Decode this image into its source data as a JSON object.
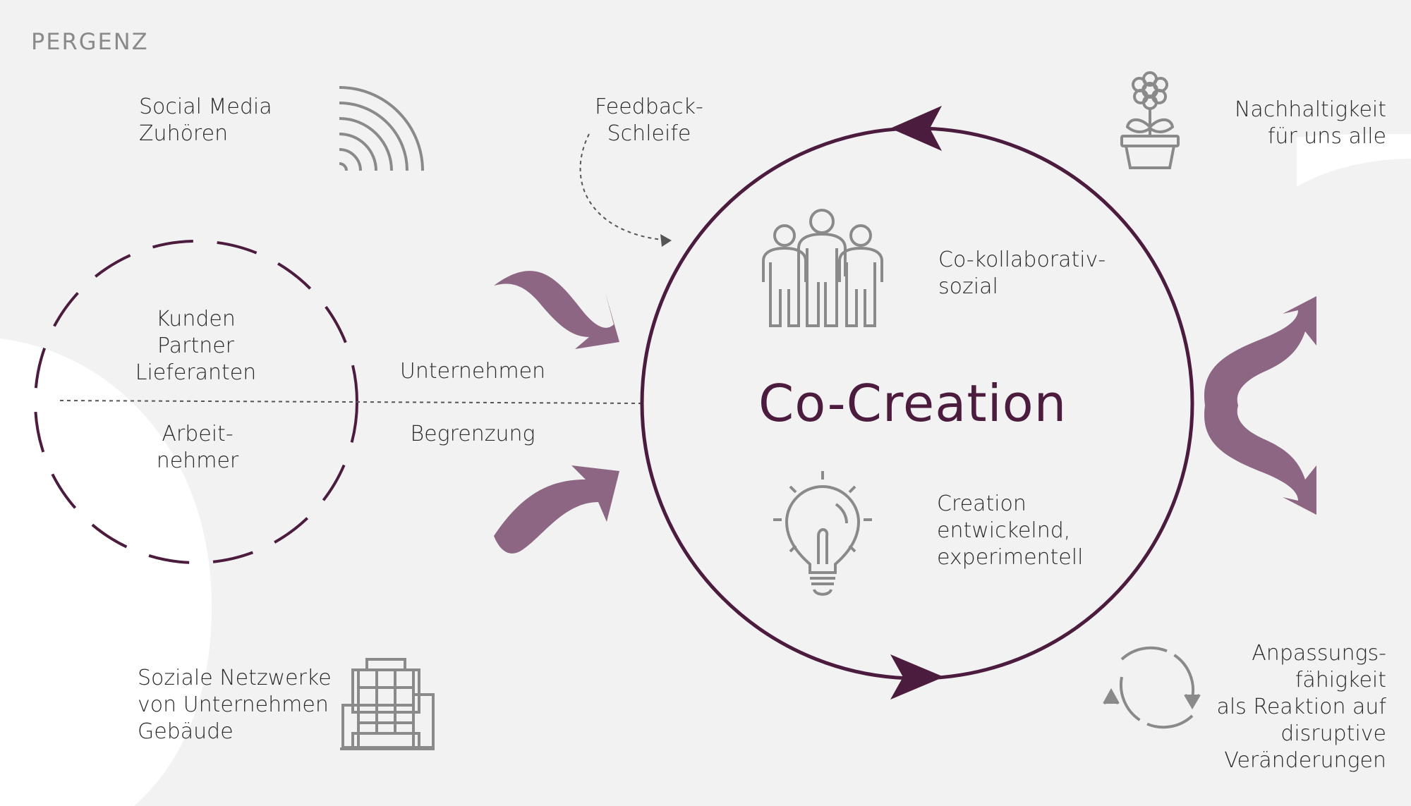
{
  "logo": "PERGENZ",
  "title": "Co-Creation",
  "labels": {
    "social_media": "Social Media\nZuhören",
    "feedback": "Feedback-\nSchleife",
    "sustainability": "Nachhaltigkeit\nfür uns alle",
    "stakeholders": "Kunden\nPartner\nLieferanten",
    "employees": "Arbeit-\nnehmer",
    "company": "Unternehmen",
    "boundary": "Begrenzung",
    "collaborative": "Co-kollaborativ-\nsozial",
    "creation": "Creation\nentwickelnd,\nexperimentell",
    "social_networks": "Soziale Netzwerke\nvon Unternehmen\nGebäude",
    "adaptability": "Anpassungs-\nfähigkeit\nals Reaktion auf\ndisruptive\nVeränderungen"
  },
  "icons": [
    "wifi-signal-icon",
    "flower-pot-icon",
    "people-group-icon",
    "lightbulb-icon",
    "office-building-icon",
    "refresh-cycle-icon"
  ],
  "colors": {
    "accent": "#4b1c3e",
    "arrow": "#8c6683",
    "icon": "#8a8a8a",
    "background": "#f2f2f2"
  }
}
